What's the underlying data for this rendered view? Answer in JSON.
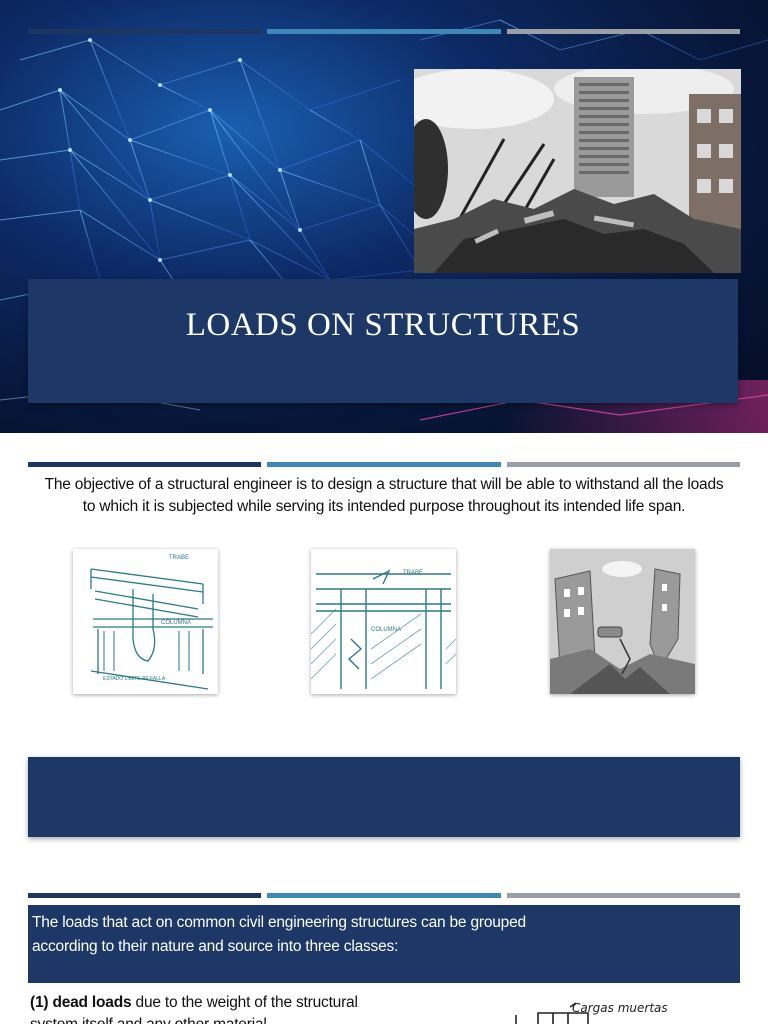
{
  "slide1": {
    "title": "LOADS ON STRUCTURES",
    "photo": "building-collapse-photo"
  },
  "slide2": {
    "objective_text": "The objective of a structural engineer is to design a structure that will be able to withstand all the loads to which it is subjected while serving its intended purpose throughout its intended life span.",
    "illustrations": [
      {
        "labels": [
          "TRABE",
          "COLUMNA",
          "ESTADO LIMITE PE FALLA"
        ]
      },
      {
        "labels": [
          "TRABE",
          "COLUMNA"
        ]
      },
      {
        "labels": []
      }
    ]
  },
  "slide3": {
    "intro_text": "The loads that act on common civil engineering structures can be grouped according to their nature and source into three classes:",
    "item_number": "(1)",
    "item_term": "dead loads",
    "item_text": " due to the weight of the structural system itself and any other material",
    "figure_label": "Cargas muertas"
  },
  "colors": {
    "navy": "#1d3766",
    "teal": "#3f87b7",
    "gray": "#9a9ea6",
    "sketch": "#2a7a8a"
  }
}
